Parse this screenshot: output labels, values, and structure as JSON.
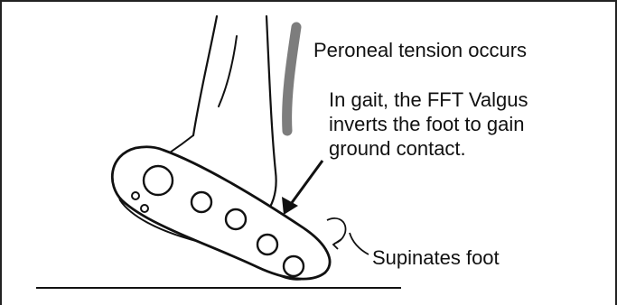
{
  "labels": {
    "peroneal": "Peroneal tension occurs",
    "gait_line1": "In gait, the FFT Valgus",
    "gait_line2": "inverts the foot to gain",
    "gait_line3": "ground contact.",
    "supinates": "Supinates foot"
  },
  "colors": {
    "ink": "#111111",
    "tendon": "#7d7d7d"
  }
}
